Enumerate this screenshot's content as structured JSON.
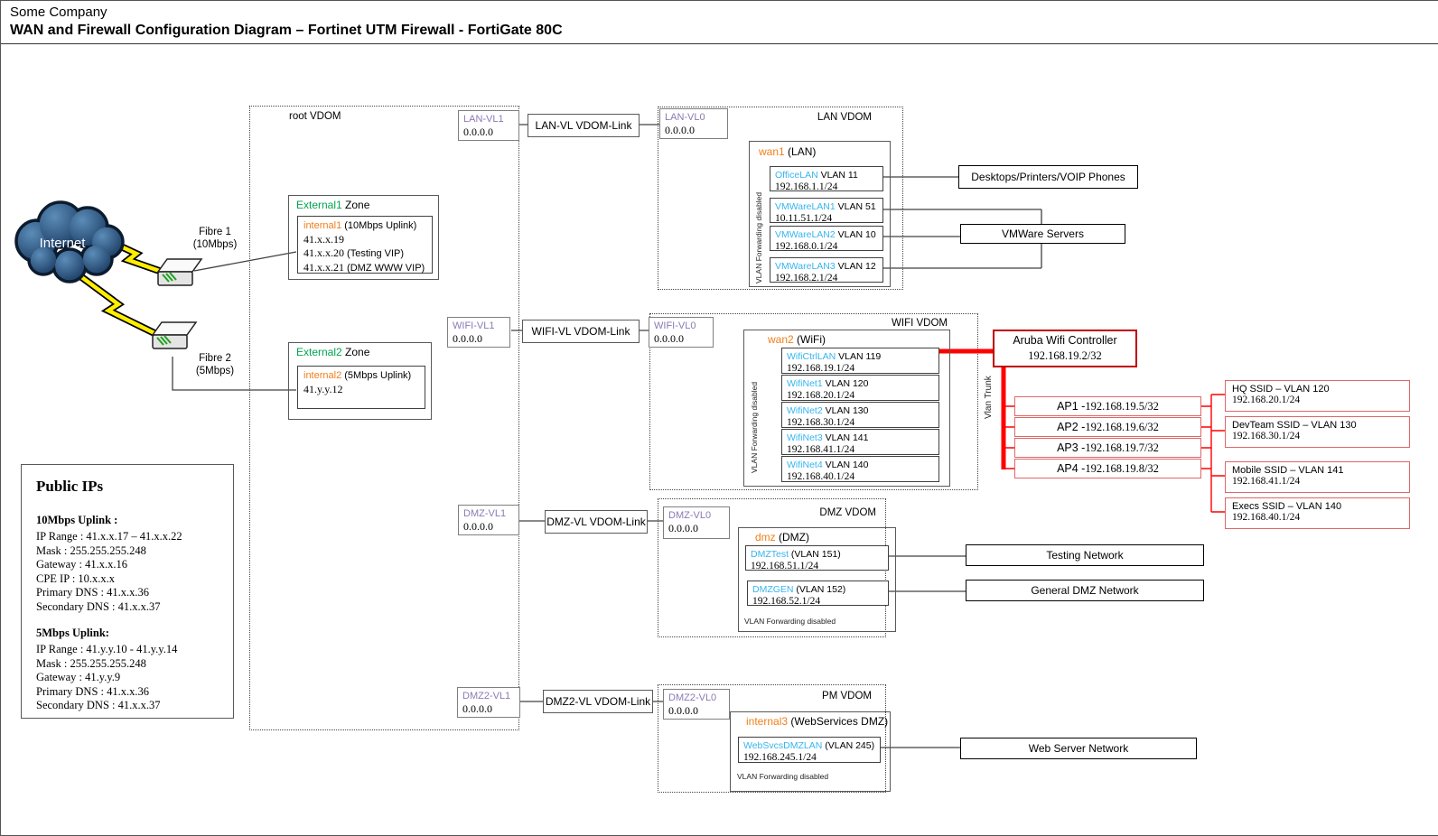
{
  "header": {
    "company": "Some Company",
    "title": "WAN and Firewall Configuration Diagram – Fortinet UTM Firewall - FortiGate 80C"
  },
  "colors": {
    "vlan_name": "#35b5ee",
    "interface_name": "#f07f1a",
    "zone_name": "#00a550",
    "vdom_link_name": "#8a7ab5",
    "red_line": "#ff0000",
    "aruba_border": "#c00000",
    "ap_border": "#e06666"
  },
  "internet": {
    "label": "Internet"
  },
  "links": {
    "fibre1": {
      "name": "Fibre 1",
      "speed": "(10Mbps)"
    },
    "fibre2": {
      "name": "Fibre 2",
      "speed": "(5Mbps)"
    }
  },
  "public_ips": {
    "title": "Public IPs",
    "uplink10": {
      "heading": "10Mbps Uplink :",
      "lines": [
        "IP Range : 41.x.x.17 – 41.x.x.22",
        "Mask : 255.255.255.248",
        "Gateway : 41.x.x.16",
        "CPE IP : 10.x.x.x",
        "Primary DNS : 41.x.x.36",
        "Secondary DNS : 41.x.x.37"
      ]
    },
    "uplink5": {
      "heading": "5Mbps Uplink:",
      "lines": [
        "IP Range : 41.y.y.10 - 41.y.y.14",
        "Mask : 255.255.255.248",
        "Gateway : 41.y.y.9",
        "Primary DNS : 41.x.x.36",
        "Secondary DNS : 41.x.x.37"
      ]
    }
  },
  "root_vdom": {
    "label": "root VDOM",
    "external1": {
      "zone_name": "External1",
      "zone_word": " Zone",
      "iface": "internal1",
      "note": "  (10Mbps Uplink)",
      "ips": [
        {
          "ip": "41.x.x.19",
          "note": ""
        },
        {
          "ip": "41.x.x.20",
          "note": " (Testing VIP)"
        },
        {
          "ip": "41.x.x.21",
          "note": " (DMZ WWW VIP)"
        }
      ]
    },
    "external2": {
      "zone_name": "External2",
      "zone_word": " Zone",
      "iface": "internal2",
      "note": " (5Mbps Uplink)",
      "ips": [
        {
          "ip": "41.y.y.12",
          "note": ""
        }
      ]
    }
  },
  "vdom_links": [
    {
      "left": "LAN-VL1",
      "left_ip": "0.0.0.0",
      "link": "LAN-VL VDOM-Link",
      "right": "LAN-VL0",
      "right_ip": "0.0.0.0"
    },
    {
      "left": "WIFI-VL1",
      "left_ip": "0.0.0.0",
      "link": "WIFI-VL VDOM-Link",
      "right": "WIFI-VL0",
      "right_ip": "0.0.0.0"
    },
    {
      "left": "DMZ-VL1",
      "left_ip": "0.0.0.0",
      "link": "DMZ-VL VDOM-Link",
      "right": "DMZ-VL0",
      "right_ip": "0.0.0.0"
    },
    {
      "left": "DMZ2-VL1",
      "left_ip": "0.0.0.0",
      "link": "DMZ2-VL VDOM-Link",
      "right": "DMZ2-VL0",
      "right_ip": "0.0.0.0"
    }
  ],
  "lan_vdom": {
    "label": "LAN VDOM",
    "iface": "wan1",
    "iface_note": " (LAN)",
    "vlan_forwarding": "VLAN Forwarding disabled",
    "vlans": [
      {
        "name": "OfficeLAN",
        "vlan": " VLAN 11",
        "subnet": "192.168.1.1/24"
      },
      {
        "name": "VMWareLAN1",
        "vlan": " VLAN 51",
        "subnet": "10.11.51.1/24"
      },
      {
        "name": "VMWareLAN2",
        "vlan": " VLAN 10",
        "subnet": "192.168.0.1/24"
      },
      {
        "name": "VMWareLAN3",
        "vlan": " VLAN 12",
        "subnet": "192.168.2.1/24"
      }
    ]
  },
  "wifi_vdom": {
    "label": "WIFI VDOM",
    "iface": "wan2",
    "iface_note": " (WiFi)",
    "vlan_forwarding": "VLAN Forwarding disabled",
    "vlans": [
      {
        "name": "WifiCtrlLAN",
        "vlan": " VLAN 119",
        "subnet": "192.168.19.1/24"
      },
      {
        "name": "WifiNet1",
        "vlan": " VLAN 120",
        "subnet": "192.168.20.1/24"
      },
      {
        "name": "WifiNet2",
        "vlan": " VLAN 130",
        "subnet": "192.168.30.1/24"
      },
      {
        "name": "WifiNet3",
        "vlan": " VLAN 141",
        "subnet": "192.168.41.1/24"
      },
      {
        "name": "WifiNet4",
        "vlan": " VLAN 140",
        "subnet": "192.168.40.1/24"
      }
    ]
  },
  "dmz_vdom": {
    "label": "DMZ VDOM",
    "iface": "dmz",
    "iface_note": " (DMZ)",
    "vlan_forwarding": "VLAN Forwarding disabled",
    "vlans": [
      {
        "name": "DMZTest",
        "vlan": " (VLAN 151)",
        "subnet": "192.168.51.1/24"
      },
      {
        "name": "DMZGEN",
        "vlan": " (VLAN 152)",
        "subnet": "192.168.52.1/24"
      }
    ]
  },
  "pm_vdom": {
    "label": "PM VDOM",
    "iface": "internal3",
    "iface_note": " (WebServices DMZ)",
    "vlan_forwarding": "VLAN Forwarding disabled",
    "vlans": [
      {
        "name": "WebSvcsDMZLAN",
        "vlan": " (VLAN 245)",
        "subnet": "192.168.245.1/24"
      }
    ]
  },
  "networks": {
    "desktops": "Desktops/Printers/VOIP Phones",
    "vmware": "VMWare Servers",
    "testing": "Testing Network",
    "general_dmz": "General DMZ Network",
    "web_server": "Web Server Network"
  },
  "wifi_infra": {
    "controller_line1": "Aruba Wifi Controller",
    "controller_line2": "192.168.19.2/32",
    "trunk_label": "Vlan Trunk",
    "aps": [
      {
        "label": "AP1 - ",
        "ip": "192.168.19.5/32"
      },
      {
        "label": "AP2 - ",
        "ip": "192.168.19.6/32"
      },
      {
        "label": "AP3 - ",
        "ip": "192.168.19.7/32"
      },
      {
        "label": "AP4 - ",
        "ip": "192.168.19.8/32"
      }
    ],
    "ssids": [
      {
        "name": "HQ SSID – VLAN 120",
        "subnet": "192.168.20.1/24"
      },
      {
        "name": "DevTeam SSID – VLAN 130",
        "subnet": "192.168.30.1/24"
      },
      {
        "name": "Mobile SSID – VLAN 141",
        "subnet": "192.168.41.1/24"
      },
      {
        "name": "Execs SSID – VLAN 140",
        "subnet": "192.168.40.1/24"
      }
    ]
  }
}
